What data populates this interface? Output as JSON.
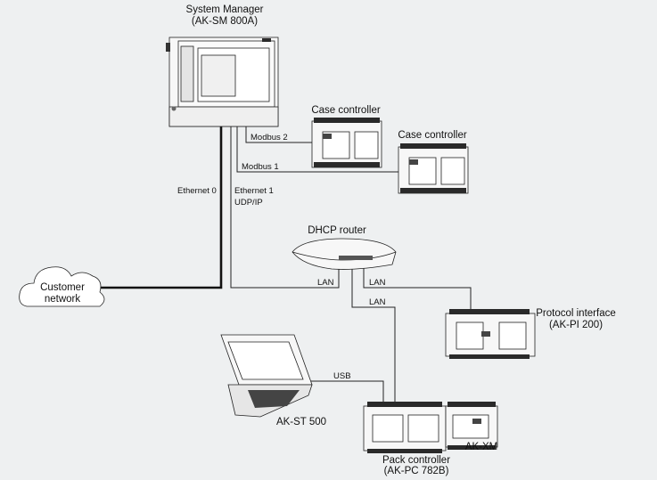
{
  "colors": {
    "background": "#eef0f1",
    "line": "#111111",
    "device_body": "#f7f7f7",
    "device_dark": "#2a2a2a"
  },
  "nodes": {
    "system_manager": {
      "title": "System Manager",
      "model": "(AK-SM 800A)"
    },
    "case_controller_1": {
      "title": "Case controller"
    },
    "case_controller_2": {
      "title": "Case controller"
    },
    "dhcp_router": {
      "title": "DHCP router"
    },
    "customer_network": {
      "line1": "Customer",
      "line2": "network"
    },
    "protocol_interface": {
      "title": "Protocol interface",
      "model": "(AK-PI 200)"
    },
    "laptop": {
      "title": "AK-ST 500"
    },
    "pack_controller": {
      "title": "Pack controller",
      "model": "(AK-PC 782B)"
    },
    "expansion": {
      "title": "AK-XM"
    }
  },
  "links": {
    "modbus2": "Modbus 2",
    "modbus1": "Modbus 1",
    "ethernet0": "Ethernet 0",
    "ethernet1_line1": "Ethernet 1",
    "ethernet1_line2": "UDP/IP",
    "lan_router": "LAN",
    "lan_protocol": "LAN",
    "lan_pack": "LAN",
    "usb": "USB"
  }
}
